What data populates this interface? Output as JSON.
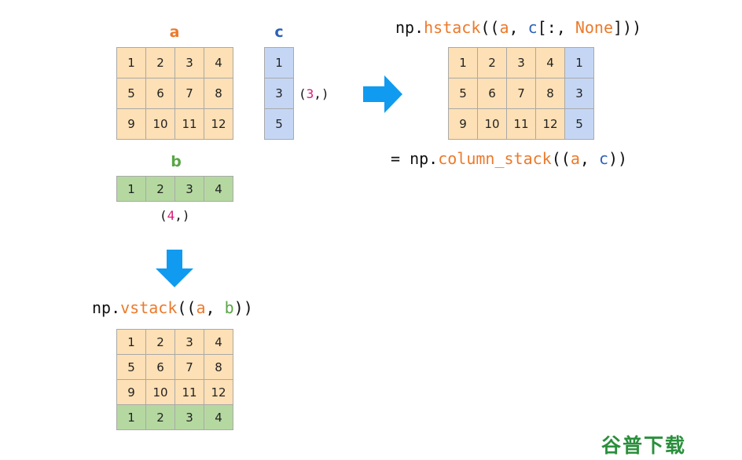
{
  "colors": {
    "orange_label": "#ec7a2b",
    "green_label": "#5aa647",
    "blue_label": "#2b62b8",
    "orange_cell": "#fde0b5",
    "green_cell": "#b5d8a1",
    "blue_cell": "#c5d6f5",
    "arrow": "#109bf0",
    "magenta_number": "#d81b78"
  },
  "labels": {
    "a": "a",
    "b": "b",
    "c": "c"
  },
  "matrix_a": [
    [
      "1",
      "2",
      "3",
      "4"
    ],
    [
      "5",
      "6",
      "7",
      "8"
    ],
    [
      "9",
      "10",
      "11",
      "12"
    ]
  ],
  "matrix_b": [
    "1",
    "2",
    "3",
    "4"
  ],
  "matrix_c": [
    "1",
    "3",
    "5"
  ],
  "shape_c": {
    "open": "(",
    "num": "3",
    "close": ",)"
  },
  "shape_b": {
    "open": "(",
    "num": "4",
    "close": ",)"
  },
  "hstack": {
    "p1": "np.",
    "fn": "hstack",
    "p2": "((",
    "a": "a",
    "sep": ", ",
    "c": "c",
    "p3": "[:, ",
    "none": "None",
    "p4": "]))",
    "rows": [
      [
        "1",
        "2",
        "3",
        "4",
        "1"
      ],
      [
        "5",
        "6",
        "7",
        "8",
        "3"
      ],
      [
        "9",
        "10",
        "11",
        "12",
        "5"
      ]
    ]
  },
  "column_stack": {
    "p1": "= np.",
    "fn": "column_stack",
    "p2": "((",
    "a": "a",
    "sep": ", ",
    "c": "c",
    "p3": "))"
  },
  "vstack": {
    "p1": "np.",
    "fn": "vstack",
    "p2": "((",
    "a": "a",
    "sep": ", ",
    "b": "b",
    "p3": "))",
    "rows": [
      [
        "1",
        "2",
        "3",
        "4"
      ],
      [
        "5",
        "6",
        "7",
        "8"
      ],
      [
        "9",
        "10",
        "11",
        "12"
      ],
      [
        "1",
        "2",
        "3",
        "4"
      ]
    ]
  },
  "icons": {
    "right_arrow": "right-arrow-icon",
    "down_arrow": "down-arrow-icon"
  },
  "watermark": "谷普下载"
}
